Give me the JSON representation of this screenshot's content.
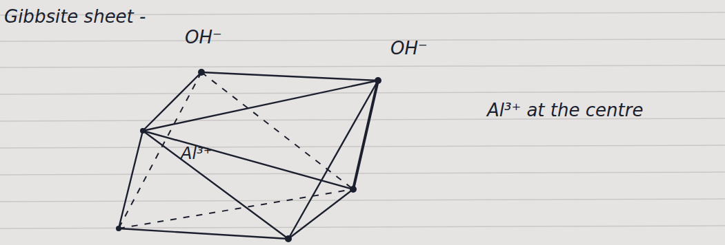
{
  "diagram": {
    "title": "Gibbsite sheet -",
    "labels": [
      "OH⁻",
      "OH⁻",
      "Al³⁺",
      "Al³⁺ at the centre"
    ]
  }
}
